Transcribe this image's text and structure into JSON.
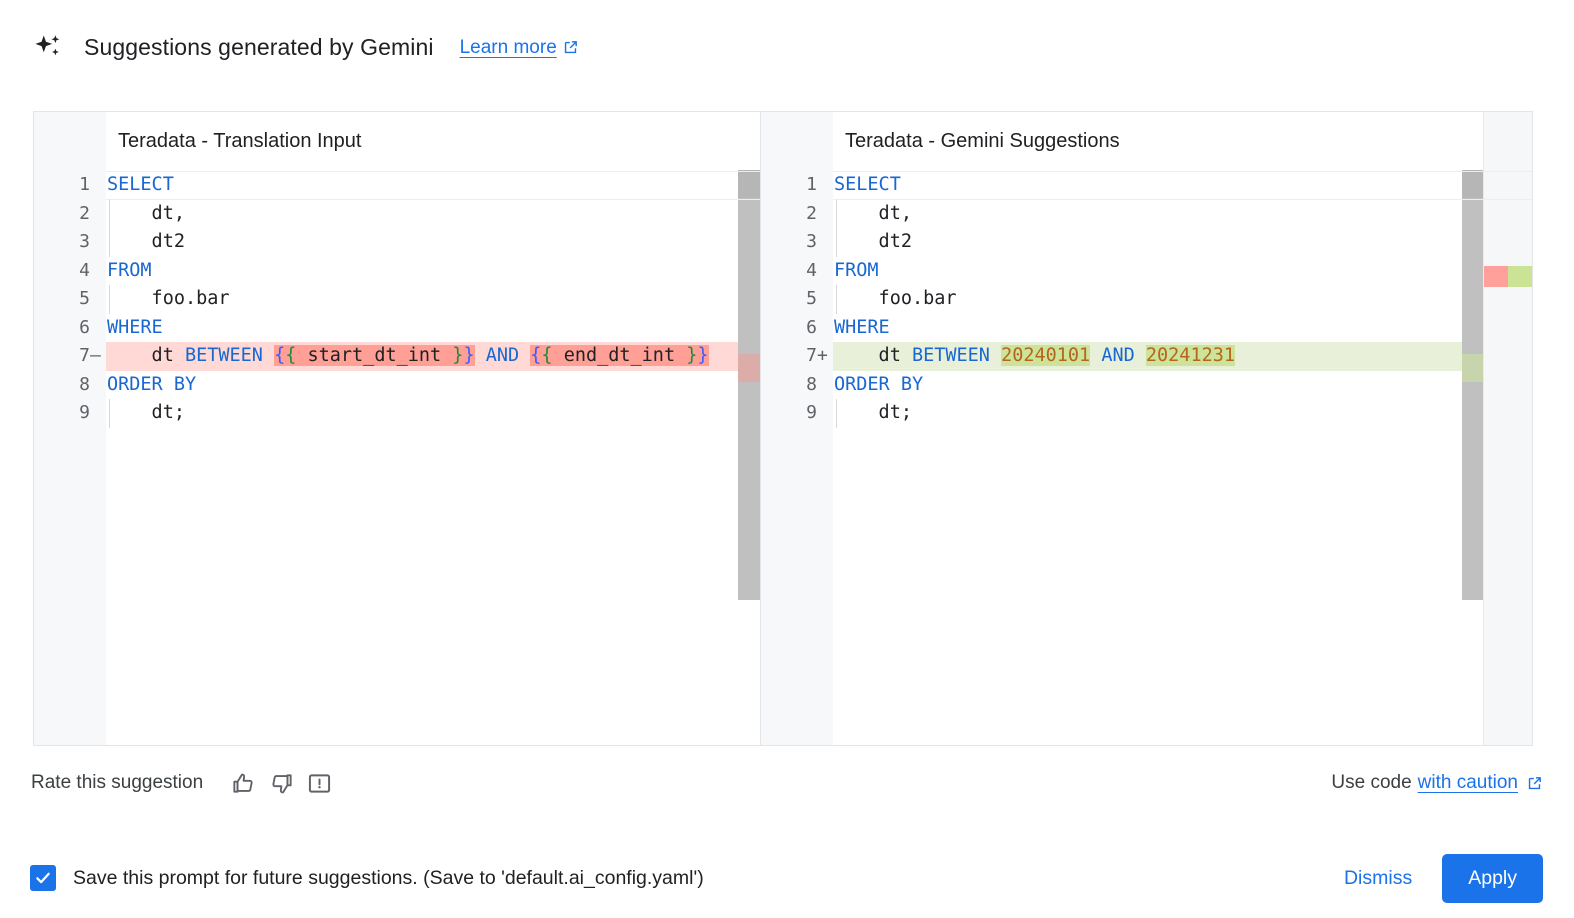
{
  "header": {
    "sparkle_icon": "sparkle-icon",
    "title": "Suggestions generated by Gemini",
    "learn_more_label": "Learn more",
    "external_link_icon": "external-link-icon"
  },
  "diff": {
    "left": {
      "title": "Teradata - Translation Input",
      "lines": [
        {
          "n": "1",
          "sign": "",
          "state": "current",
          "indent": false,
          "tokens": [
            {
              "t": "SELECT",
              "c": "kw"
            }
          ]
        },
        {
          "n": "2",
          "sign": "",
          "state": "",
          "indent": true,
          "tokens": [
            {
              "t": "    dt,",
              "c": "plain"
            }
          ]
        },
        {
          "n": "3",
          "sign": "",
          "state": "",
          "indent": true,
          "tokens": [
            {
              "t": "    dt2",
              "c": "plain"
            }
          ]
        },
        {
          "n": "4",
          "sign": "",
          "state": "",
          "indent": false,
          "tokens": [
            {
              "t": "FROM",
              "c": "kw"
            }
          ]
        },
        {
          "n": "5",
          "sign": "",
          "state": "",
          "indent": true,
          "tokens": [
            {
              "t": "    foo.bar",
              "c": "plain"
            }
          ]
        },
        {
          "n": "6",
          "sign": "",
          "state": "",
          "indent": false,
          "tokens": [
            {
              "t": "WHERE",
              "c": "kw"
            }
          ]
        },
        {
          "n": "7",
          "sign": "—",
          "state": "del",
          "indent": false,
          "tokens": [
            {
              "t": "    dt ",
              "c": "plain"
            },
            {
              "t": "BETWEEN",
              "c": "kw"
            },
            {
              "t": " ",
              "c": "plain"
            },
            {
              "t": "{",
              "c": "jb",
              "hl": "chunk-del"
            },
            {
              "t": "{",
              "c": "jg",
              "hl": "chunk-del"
            },
            {
              "t": " start_dt_int ",
              "c": "plain",
              "hl": "chunk-del"
            },
            {
              "t": "}",
              "c": "jg",
              "hl": "chunk-del"
            },
            {
              "t": "}",
              "c": "jb",
              "hl": "chunk-del"
            },
            {
              "t": " ",
              "c": "plain"
            },
            {
              "t": "AND",
              "c": "kw"
            },
            {
              "t": " ",
              "c": "plain"
            },
            {
              "t": "{",
              "c": "jb",
              "hl": "chunk-del"
            },
            {
              "t": "{",
              "c": "jg",
              "hl": "chunk-del"
            },
            {
              "t": " end_dt_int ",
              "c": "plain",
              "hl": "chunk-del"
            },
            {
              "t": "}",
              "c": "jg",
              "hl": "chunk-del"
            },
            {
              "t": "}",
              "c": "jb",
              "hl": "chunk-del"
            }
          ]
        },
        {
          "n": "8",
          "sign": "",
          "state": "",
          "indent": false,
          "tokens": [
            {
              "t": "ORDER BY",
              "c": "kw"
            }
          ]
        },
        {
          "n": "9",
          "sign": "",
          "state": "",
          "indent": true,
          "tokens": [
            {
              "t": "    dt;",
              "c": "plain"
            }
          ]
        }
      ]
    },
    "right": {
      "title": "Teradata - Gemini Suggestions",
      "lines": [
        {
          "n": "1",
          "sign": "",
          "state": "current",
          "indent": false,
          "tokens": [
            {
              "t": "SELECT",
              "c": "kw"
            }
          ]
        },
        {
          "n": "2",
          "sign": "",
          "state": "",
          "indent": true,
          "tokens": [
            {
              "t": "    dt,",
              "c": "plain"
            }
          ]
        },
        {
          "n": "3",
          "sign": "",
          "state": "",
          "indent": true,
          "tokens": [
            {
              "t": "    dt2",
              "c": "plain"
            }
          ]
        },
        {
          "n": "4",
          "sign": "",
          "state": "",
          "indent": false,
          "tokens": [
            {
              "t": "FROM",
              "c": "kw"
            }
          ]
        },
        {
          "n": "5",
          "sign": "",
          "state": "",
          "indent": true,
          "tokens": [
            {
              "t": "    foo.bar",
              "c": "plain"
            }
          ]
        },
        {
          "n": "6",
          "sign": "",
          "state": "",
          "indent": false,
          "tokens": [
            {
              "t": "WHERE",
              "c": "kw"
            }
          ]
        },
        {
          "n": "7",
          "sign": "+",
          "state": "add",
          "indent": false,
          "tokens": [
            {
              "t": "    dt ",
              "c": "plain"
            },
            {
              "t": "BETWEEN",
              "c": "kw"
            },
            {
              "t": " ",
              "c": "plain"
            },
            {
              "t": "20240101",
              "c": "num",
              "hl": "chunk-add"
            },
            {
              "t": " ",
              "c": "plain"
            },
            {
              "t": "AND",
              "c": "kw"
            },
            {
              "t": " ",
              "c": "plain"
            },
            {
              "t": "20241231",
              "c": "num",
              "hl": "chunk-add"
            }
          ]
        },
        {
          "n": "8",
          "sign": "",
          "state": "",
          "indent": false,
          "tokens": [
            {
              "t": "ORDER BY",
              "c": "kw"
            }
          ]
        },
        {
          "n": "9",
          "sign": "",
          "state": "",
          "indent": true,
          "tokens": [
            {
              "t": "    dt;",
              "c": "plain"
            }
          ]
        }
      ]
    },
    "overview_ruler": {
      "deleted_marker_color": "#ffa19a",
      "added_marker_color": "#cbe395"
    },
    "colors": {
      "deleted_line_bg": "#ffd9d6",
      "deleted_chunk_bg": "#ff9f96",
      "added_line_bg": "#e9f0da",
      "added_chunk_bg": "#cde39a",
      "keyword": "#1967d2",
      "number": "#b5651d"
    }
  },
  "rate_bar": {
    "label": "Rate this suggestion",
    "thumb_up_icon": "thumb-up-icon",
    "thumb_down_icon": "thumb-down-icon",
    "report_icon": "report-icon",
    "use_code_prefix": "Use code",
    "use_code_link": "with caution",
    "external_link_icon": "external-link-icon"
  },
  "footer": {
    "checkbox_checked": true,
    "checkbox_label": "Save this prompt for future suggestions. (Save to 'default.ai_config.yaml')",
    "dismiss_label": "Dismiss",
    "apply_label": "Apply",
    "accent_color": "#1a73e8"
  }
}
